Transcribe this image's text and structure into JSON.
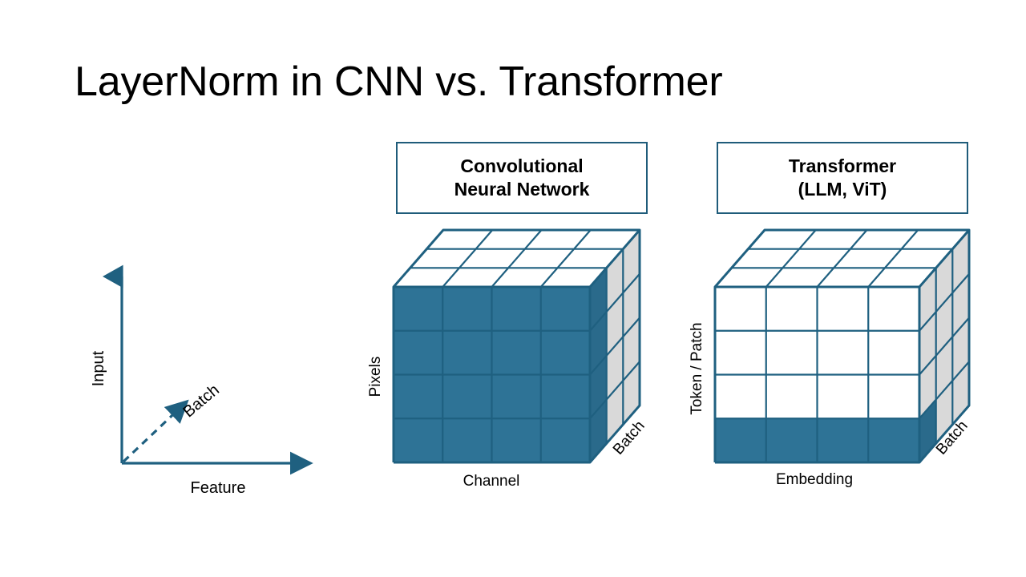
{
  "slide": {
    "title": "LayerNorm in CNN vs. Transformer",
    "background_color": "#FFFFFF"
  },
  "colors": {
    "accent_line": "#1F6080",
    "box_border": "#1F5C7A",
    "highlight_fill": "#2E7396",
    "side_face_fill": "#D9D9D9",
    "empty_cell_fill": "#FFFFFF",
    "text": "#000000"
  },
  "axes_diagram": {
    "name": "input-feature-batch-axes",
    "y_axis_label": "Input",
    "x_axis_label": "Feature",
    "diagonal_axis_label": "Batch",
    "diagonal_style": "dashed",
    "arrowheads": [
      "y-axis",
      "x-axis",
      "diagonal"
    ]
  },
  "panels": [
    {
      "id": "cnn",
      "header_line1": "Convolutional",
      "header_line2": "Neural Network",
      "cube": {
        "vertical_axis_label": "Pixels",
        "horizontal_axis_label": "Channel",
        "depth_axis_label": "Batch",
        "grid_cols": 4,
        "grid_rows": 4,
        "depth_slices": 3,
        "highlight_description": "entire front face (all channels, all pixels) of first batch element normalized",
        "highlighted_rows": [
          0,
          1,
          2,
          3
        ],
        "highlighted_cols": [
          0,
          1,
          2,
          3
        ],
        "top_face_fill": "#FFFFFF",
        "side_face_fill": "#D9D9D9",
        "front_face_fill": "#2E7396"
      }
    },
    {
      "id": "transformer",
      "header_line1": "Transformer",
      "header_line2": "(LLM, ViT)",
      "cube": {
        "vertical_axis_label": "Token / Patch",
        "horizontal_axis_label": "Embedding",
        "depth_axis_label": "Batch",
        "grid_cols": 4,
        "grid_rows": 4,
        "depth_slices": 3,
        "highlight_description": "single bottom row (one token, all embedding dims) normalized",
        "highlighted_rows": [
          3
        ],
        "highlighted_cols": [
          0,
          1,
          2,
          3
        ],
        "top_face_fill": "#FFFFFF",
        "side_face_fill": "#D9D9D9",
        "front_face_fill": "#2E7396"
      }
    }
  ]
}
